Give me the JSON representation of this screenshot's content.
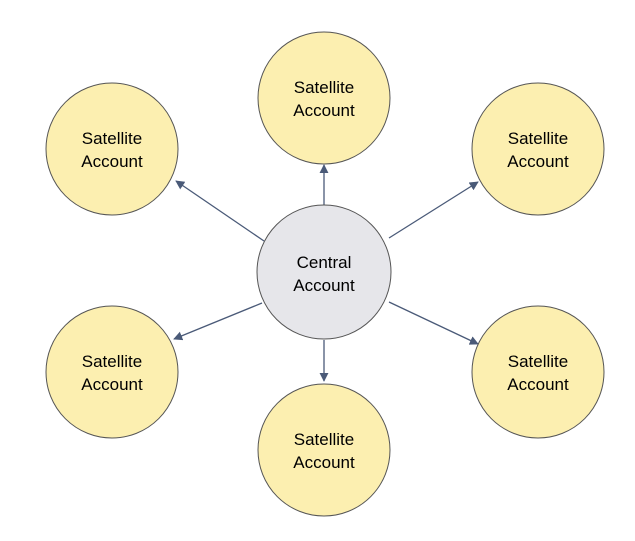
{
  "diagram": {
    "central": {
      "line1": "Central",
      "line2": "Account"
    },
    "satellites": [
      {
        "id": "top",
        "line1": "Satellite",
        "line2": "Account"
      },
      {
        "id": "top-left",
        "line1": "Satellite",
        "line2": "Account"
      },
      {
        "id": "top-right",
        "line1": "Satellite",
        "line2": "Account"
      },
      {
        "id": "bottom-left",
        "line1": "Satellite",
        "line2": "Account"
      },
      {
        "id": "bottom-right",
        "line1": "Satellite",
        "line2": "Account"
      },
      {
        "id": "bottom",
        "line1": "Satellite",
        "line2": "Account"
      }
    ],
    "colors": {
      "central_fill": "#e6e6ea",
      "satellite_fill": "#fcefb0",
      "node_stroke": "#555555",
      "arrow": "#4a5a78"
    }
  }
}
